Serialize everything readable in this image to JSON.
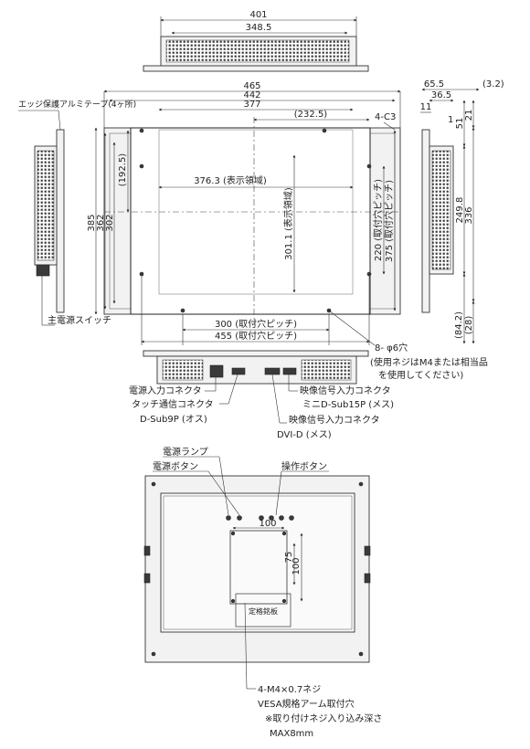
{
  "top_view": {
    "dim_401": "401",
    "dim_348_5": "348.5"
  },
  "front_view": {
    "dim_465": "465",
    "dim_442": "442",
    "dim_377": "377",
    "dim_232_5": "(232.5)",
    "dim_c3": "4-C3",
    "dim_display_width": "376.3 (表示領域)",
    "dim_192_5": "(192.5)",
    "dim_385": "385",
    "dim_362": "362",
    "dim_302": "302",
    "dim_display_height": "301.1 (表示領域)",
    "dim_220": "220 (取付穴ピッチ)",
    "dim_375": "375 (取付穴ピッチ)",
    "dim_300": "300 (取付穴ピッチ)",
    "dim_455": "455 (取付穴ピッチ)",
    "hole_label": "8- φ6穴",
    "hole_note_1": "(使用ネジはM4または相当品",
    "hole_note_2": "を使用してください)",
    "edge_tape_label": "エッジ保護アルミテープ(4ヶ所)",
    "main_power_switch": "主電源スイッチ"
  },
  "side_view": {
    "dim_65_5": "65.5",
    "dim_3_2": "(3.2)",
    "dim_36_5": "36.5",
    "dim_11": "11",
    "dim_1": "1",
    "dim_51": "51",
    "dim_21": "21",
    "dim_249_8": "249.8",
    "dim_336": "336",
    "dim_84_2": "(84.2)",
    "dim_28": "(28)"
  },
  "bottom_view": {
    "power_connector": "電源入力コネクタ",
    "touch_connector": "タッチ通信コネクタ",
    "touch_connector_type": "D-Sub9P (オス)",
    "video_in_1": "映像信号入力コネクタ",
    "video_in_1_type": "ミニD-Sub15P (メス)",
    "video_in_2": "映像信号入力コネクタ",
    "video_in_2_type": "DVI-D (メス)"
  },
  "rear_view": {
    "power_lamp": "電源ランプ",
    "power_button": "電源ボタン",
    "operation_buttons": "操作ボタン",
    "dim_100_h": "100",
    "dim_75": "75",
    "dim_100_v": "100",
    "label_plate": "定格銘板",
    "vesa_screw": "4-M4×0.7ネジ",
    "vesa_label": "VESA規格アーム取付穴",
    "vesa_note_1": "※取り付けネジ入り込み深さ",
    "vesa_note_2": "MAX8mm"
  }
}
